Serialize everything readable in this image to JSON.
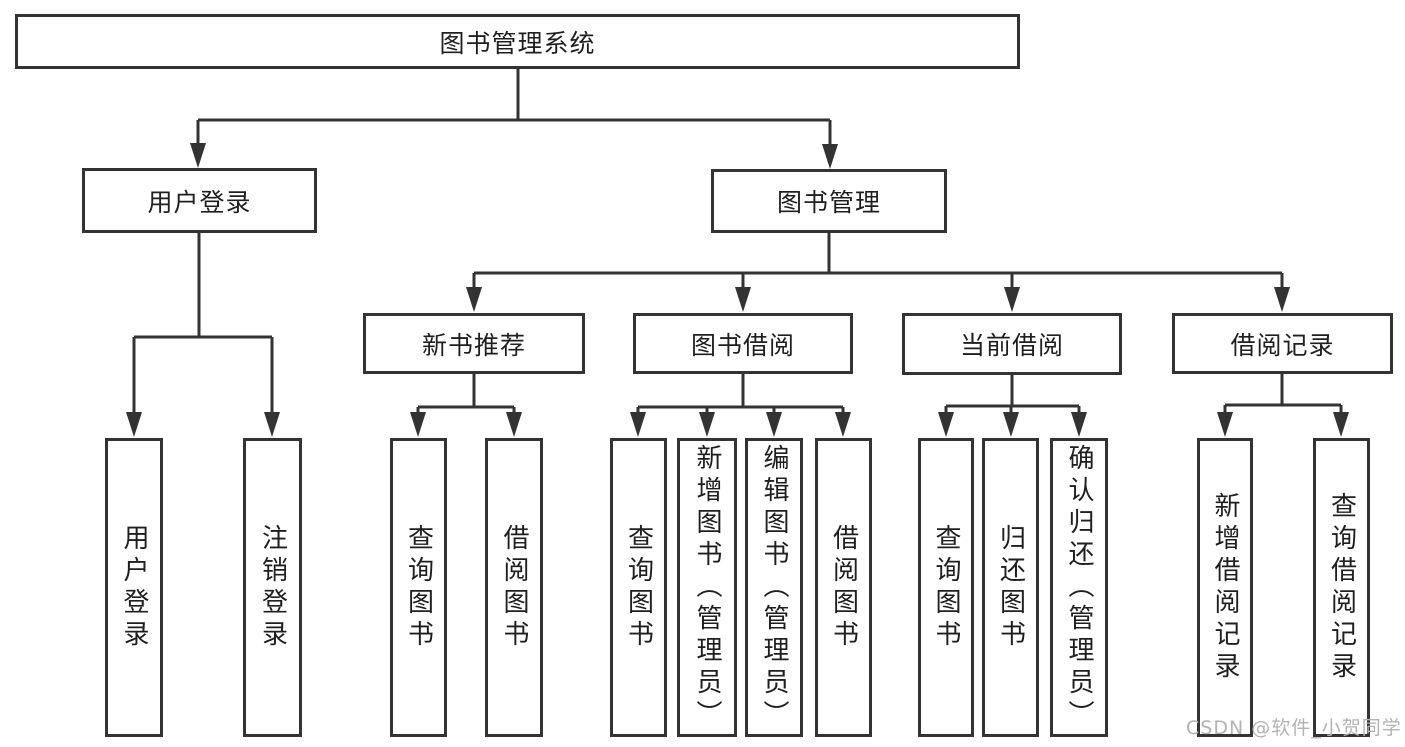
{
  "diagram": {
    "nodes": {
      "root": {
        "label": "图书管理系统"
      },
      "user_login": {
        "label": "用户登录"
      },
      "book_mgmt": {
        "label": "图书管理"
      },
      "new_book_rec": {
        "label": "新书推荐"
      },
      "book_borrow": {
        "label": "图书借阅"
      },
      "current_borrow": {
        "label": "当前借阅"
      },
      "borrow_record": {
        "label": "借阅记录"
      },
      "leaf_user_login": {
        "label": "用户登录"
      },
      "leaf_logout": {
        "label": "注销登录"
      },
      "leaf_query_book_1": {
        "label": "查询图书"
      },
      "leaf_borrow_book_1": {
        "label": "借阅图书"
      },
      "leaf_query_book_2": {
        "label": "查询图书"
      },
      "leaf_add_book": {
        "label": "新增图书（管理员）"
      },
      "leaf_edit_book": {
        "label": "编辑图书（管理员）"
      },
      "leaf_borrow_book_2": {
        "label": "借阅图书"
      },
      "leaf_query_book_3": {
        "label": "查询图书"
      },
      "leaf_return_book": {
        "label": "归还图书"
      },
      "leaf_confirm_return": {
        "label": "确认归还（管理员）"
      },
      "leaf_add_record": {
        "label": "新增借阅记录"
      },
      "leaf_query_record": {
        "label": "查询借阅记录"
      }
    },
    "hierarchy": [
      {
        "parent": "图书管理系统",
        "children": [
          "用户登录",
          "图书管理"
        ]
      },
      {
        "parent": "用户登录",
        "children": [
          "用户登录",
          "注销登录"
        ]
      },
      {
        "parent": "图书管理",
        "children": [
          "新书推荐",
          "图书借阅",
          "当前借阅",
          "借阅记录"
        ]
      },
      {
        "parent": "新书推荐",
        "children": [
          "查询图书",
          "借阅图书"
        ]
      },
      {
        "parent": "图书借阅",
        "children": [
          "查询图书",
          "新增图书（管理员）",
          "编辑图书（管理员）",
          "借阅图书"
        ]
      },
      {
        "parent": "当前借阅",
        "children": [
          "查询图书",
          "归还图书",
          "确认归还（管理员）"
        ]
      },
      {
        "parent": "借阅记录",
        "children": [
          "新增借阅记录",
          "查询借阅记录"
        ]
      }
    ],
    "watermark": "CSDN @软件_小贺同学",
    "colors": {
      "line": "#333333",
      "text": "#1f1f1f",
      "background": "#ffffff",
      "watermark": "#b3b3b3"
    }
  }
}
